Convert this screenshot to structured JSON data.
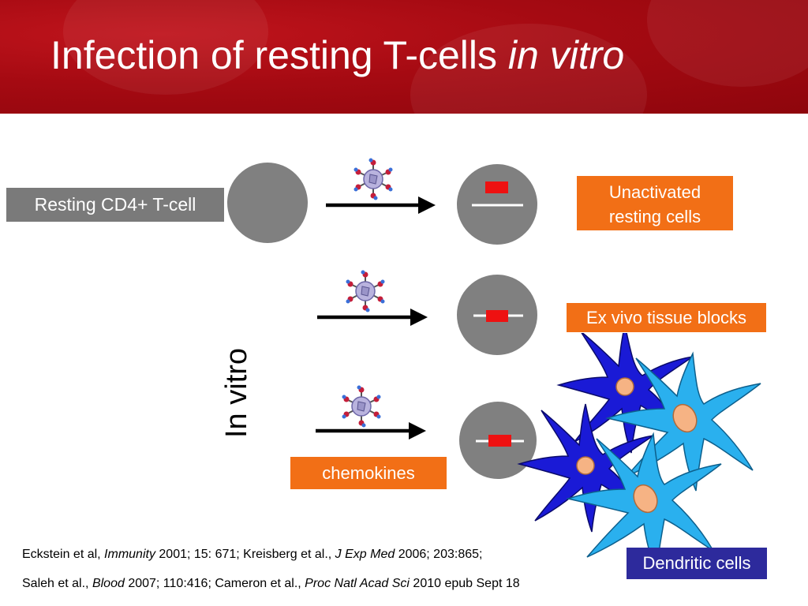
{
  "slide": {
    "title_main": "Infection of resting T-cells ",
    "title_italic": "in vitro"
  },
  "labels": {
    "resting_cd4": "Resting CD4+ T-cell",
    "unactivated_line1": "Unactivated",
    "unactivated_line2": "resting cells",
    "ex_vivo": "Ex vivo tissue blocks",
    "in_vitro": "In vitro",
    "chemokines": "chemokines",
    "dendritic": "Dendritic cells"
  },
  "references": {
    "line1": {
      "a": "Eckstein et al, ",
      "a_journal": "Immunity",
      "a_rest": " 2001; 15: 671; Kreisberg et al., ",
      "b_journal": "J Exp Med",
      "b_rest": " 2006; 203:865;"
    },
    "line2": {
      "a": "Saleh et al., ",
      "a_journal": "Blood",
      "a_rest": " 2007; 110:416; Cameron et al., ",
      "b_journal": "Proc Natl Acad Sci",
      "b_rest": " 2010 epub Sept 18"
    }
  },
  "colors": {
    "header_red": "#a50a12",
    "cell_gray": "#808080",
    "orange": "#f26f16",
    "navy": "#2d2a9c",
    "dc_dark_blue": "#1a1ad6",
    "dc_light_blue": "#2ab0ee",
    "dna_red": "#ee1111"
  }
}
